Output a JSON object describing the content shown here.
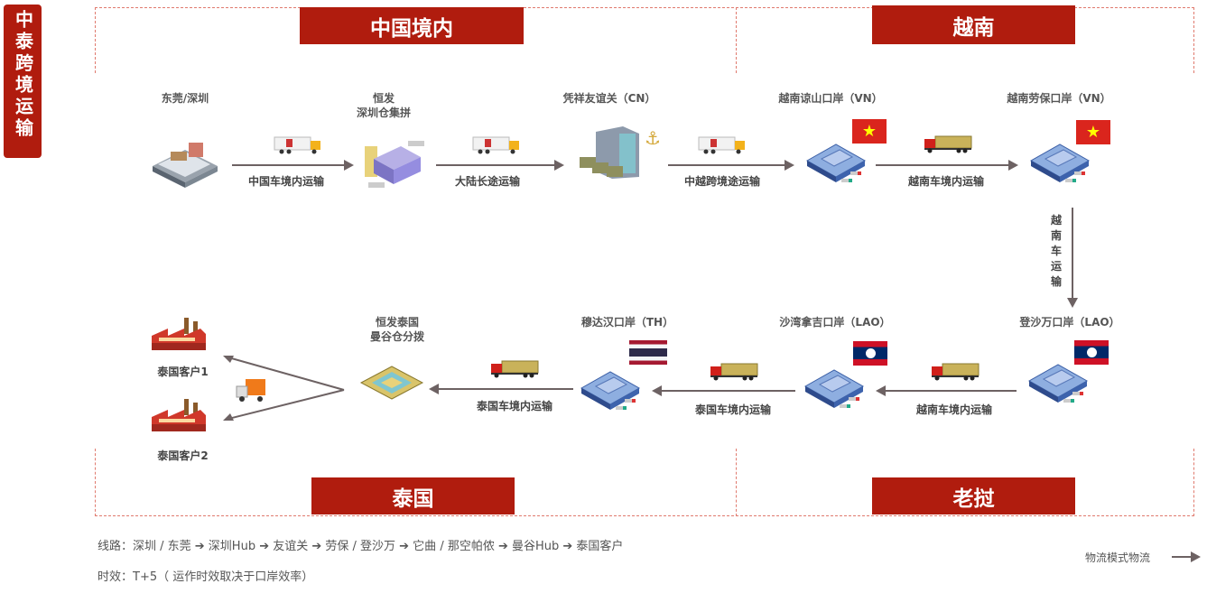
{
  "title": "中泰跨境运输",
  "regions": {
    "china": "中国境内",
    "vietnam": "越南",
    "thailand": "泰国",
    "laos": "老挝"
  },
  "nodes": {
    "n1": "东莞/深圳",
    "n2a": "恒发",
    "n2b": "深圳仓集拼",
    "n3": "凭祥友谊关（CN）",
    "n4": "越南谅山口岸（VN）",
    "n5": "越南劳保口岸（VN）",
    "n6": "登沙万口岸（LAO）",
    "n7": "沙湾拿吉口岸（LAO）",
    "n8": "穆达汉口岸（TH）",
    "n9a": "恒发泰国",
    "n9b": "曼谷仓分拨",
    "c1": "泰国客户1",
    "c2": "泰国客户2"
  },
  "legs": {
    "l1": "中国车境内运输",
    "l2": "大陆长途运输",
    "l3": "中越跨境途运输",
    "l4": "越南车境内运输",
    "l5": "越南车运输",
    "l6": "越南车境内运输",
    "l7": "泰国车境内运输",
    "l8": "泰国车境内运输"
  },
  "footer": {
    "route": "线路：深圳 / 东莞 ➔ 深圳Hub ➔ 友谊关 ➔ 劳保 / 登沙万 ➔ 它曲 / 那空帕侬 ➔ 曼谷Hub ➔ 泰国客户",
    "time": "时效：T+5（ 运作时效取决于口岸效率）",
    "legend": "物流模式物流"
  },
  "colors": {
    "accent": "#b01c0e",
    "arrow": "#6d6263",
    "dash": "#e07a6e"
  }
}
